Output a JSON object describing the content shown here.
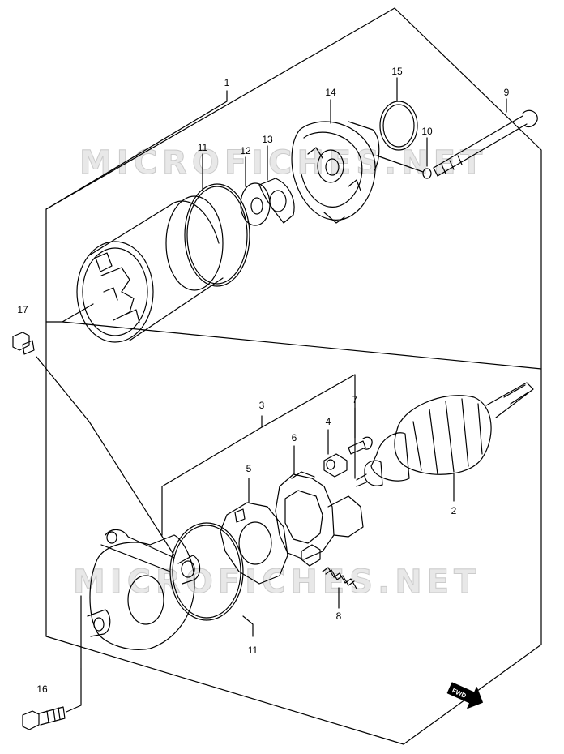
{
  "watermark": "MICROFICHES.NET",
  "fwd_label": "FWD",
  "callouts": {
    "p1": "1",
    "p2": "2",
    "p3": "3",
    "p4": "4",
    "p5": "5",
    "p6": "6",
    "p7": "7",
    "p8": "8",
    "p9": "9",
    "p10": "10",
    "p11a": "11",
    "p11b": "11",
    "p12": "12",
    "p13": "13",
    "p14": "14",
    "p15": "15",
    "p16": "16",
    "p17": "17"
  }
}
